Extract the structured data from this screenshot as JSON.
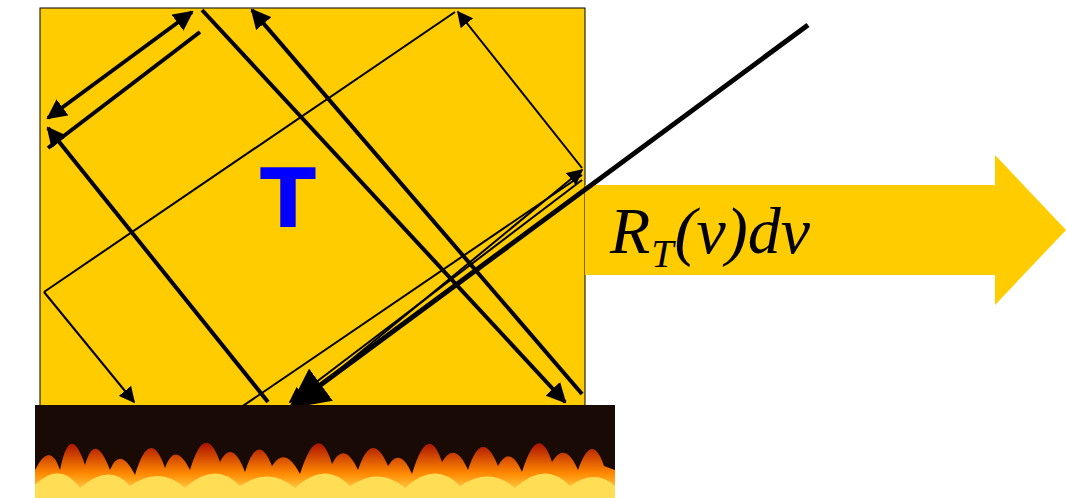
{
  "diagram": {
    "nodes": [
      {
        "text": [
          "T"
        ]
      },
      {
        "text": [
          "R",
          "T",
          "(ν)dν"
        ]
      }
    ]
  }
}
